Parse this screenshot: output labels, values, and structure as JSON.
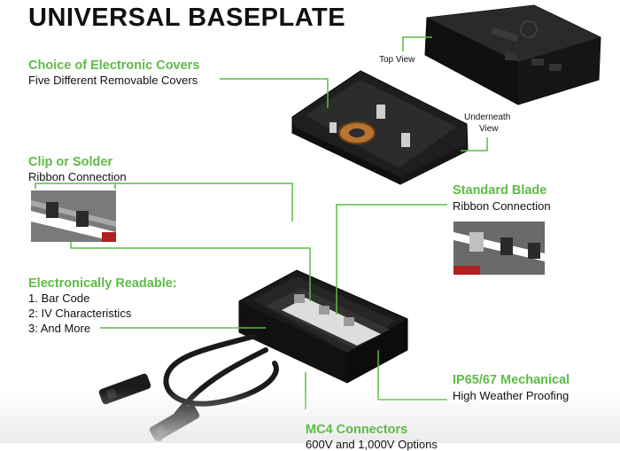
{
  "title": "UNIVERSAL BASEPLATE",
  "callouts": {
    "covers": {
      "heading": "Choice of Electronic Covers",
      "sub": "Five Different Removable Covers"
    },
    "top_view": "Top View",
    "underneath_view": [
      "Underneath",
      "View"
    ],
    "clip": {
      "heading": "Clip or Solder",
      "sub": "Ribbon Connection"
    },
    "blade": {
      "heading": "Standard Blade",
      "sub": "Ribbon Connection"
    },
    "readable": {
      "heading": "Electronically Readable:",
      "items": [
        "1. Bar Code",
        "2: IV Characteristics",
        "3: And More"
      ]
    },
    "ip": {
      "heading": "IP65/67 Mechanical",
      "sub": "High Weather Proofing"
    },
    "mc4": {
      "heading": "MC4 Connectors",
      "sub": "600V and 1,000V Options"
    }
  },
  "colors": {
    "accent": "#5dbb46",
    "text": "#111111",
    "product": "#1a1a1a"
  }
}
